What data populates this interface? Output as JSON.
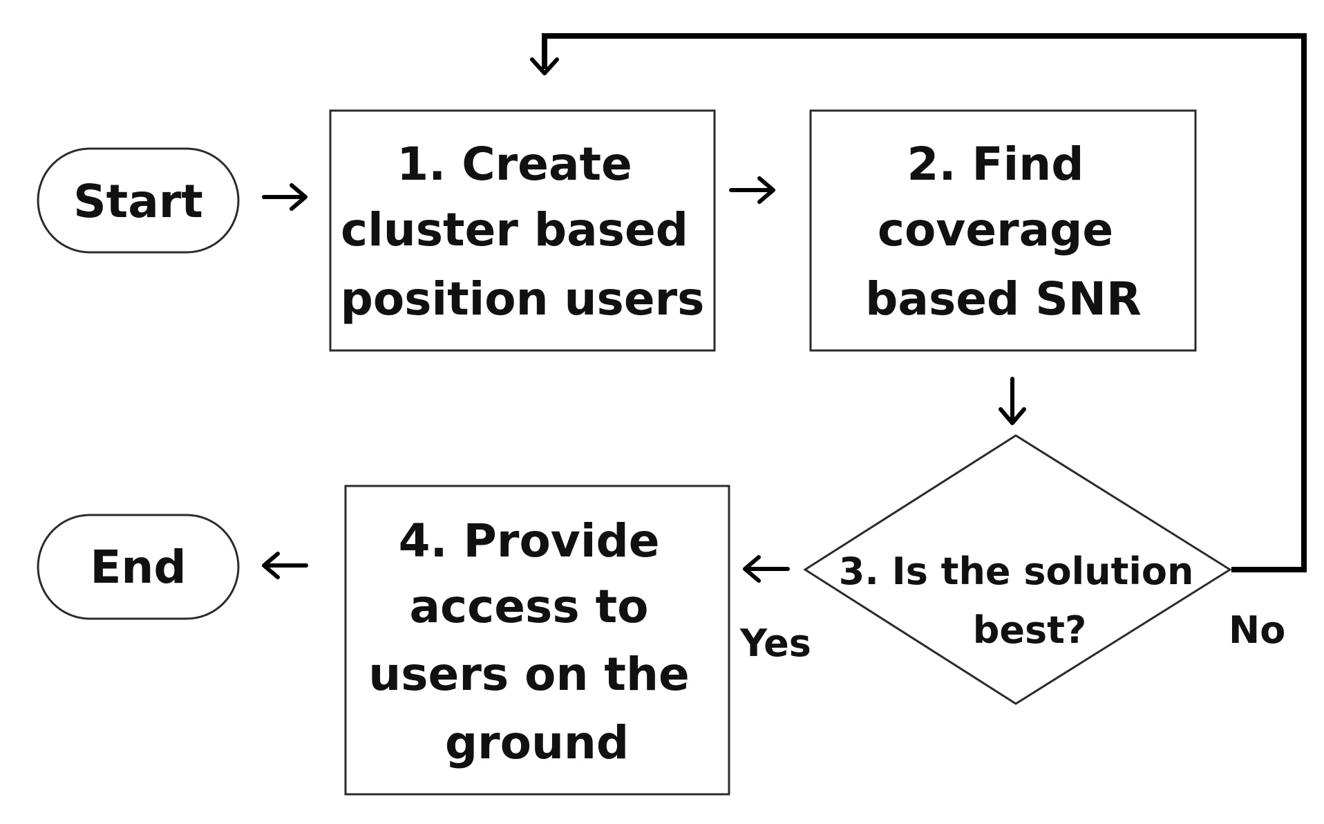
{
  "nodes": {
    "start": {
      "label": "Start"
    },
    "end": {
      "label": "End"
    },
    "step1": {
      "lines": [
        "1. Create",
        "cluster based",
        "position users"
      ]
    },
    "step2": {
      "lines": [
        "2. Find",
        "coverage",
        "based SNR"
      ]
    },
    "step3": {
      "lines": [
        "3. Is the solution",
        "best?"
      ]
    },
    "step4": {
      "lines": [
        "4. Provide",
        "access to",
        "users on the",
        "ground"
      ]
    }
  },
  "branches": {
    "yes": "Yes",
    "no": "No"
  }
}
